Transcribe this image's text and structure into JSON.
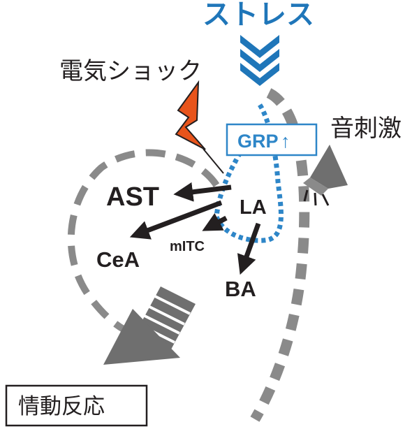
{
  "labels": {
    "stress": "ストレス",
    "electric_shock": "電気ショック",
    "sound_stimulus": "音刺激",
    "grp": "GRP",
    "grp_arrow": "↑",
    "ast": "AST",
    "la": "LA",
    "cea": "CeA",
    "mitc": "mITC",
    "ba": "BA",
    "emotional_response": "情動反応"
  },
  "colors": {
    "stress_blue": "#1f76b9",
    "grp_blue": "#2e86c8",
    "shock_orange": "#e8541b",
    "arrow_gray": "#8a8a8a",
    "emo_arrow_gray": "#6f6f6f",
    "path_black": "#231f20"
  }
}
